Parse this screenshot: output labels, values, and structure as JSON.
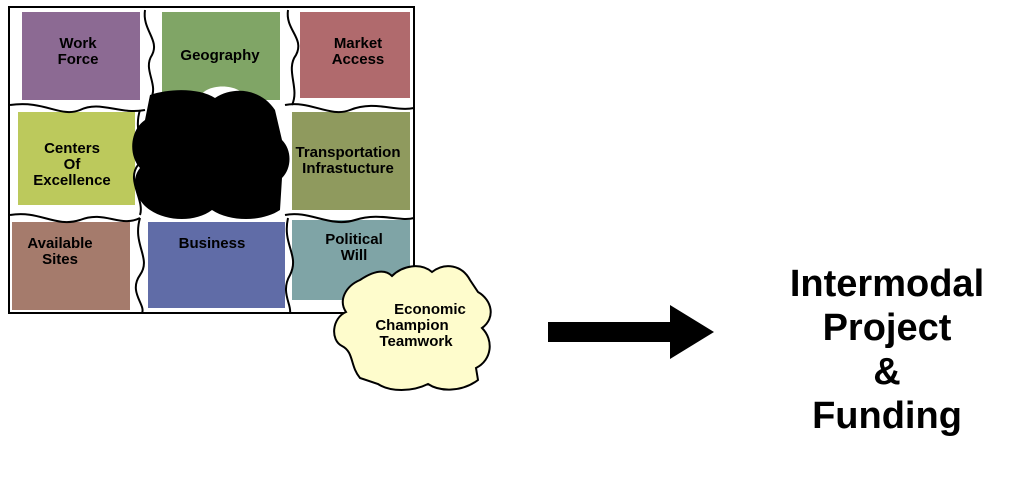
{
  "puzzle": {
    "pieces": [
      {
        "id": "work-force",
        "lines": [
          "Work",
          "Force"
        ],
        "color": "#8c6a93"
      },
      {
        "id": "geography",
        "lines": [
          "Geography"
        ],
        "color": "#80a566"
      },
      {
        "id": "market-access",
        "lines": [
          "Market",
          "Access"
        ],
        "color": "#b06a6d"
      },
      {
        "id": "centers-of-excellence",
        "lines": [
          "Centers",
          "Of",
          "Excellence"
        ],
        "color": "#bcc95c"
      },
      {
        "id": "missing-piece",
        "lines": [],
        "color": "#000000"
      },
      {
        "id": "transportation-infrastructure",
        "lines": [
          "Transportation",
          "Infrastucture"
        ],
        "color": "#8f9a5e"
      },
      {
        "id": "available-sites",
        "lines": [
          "Available",
          "Sites"
        ],
        "color": "#a57b6c"
      },
      {
        "id": "business",
        "lines": [
          "Business"
        ],
        "color": "#606ca7"
      },
      {
        "id": "political-will",
        "lines": [
          "Political",
          "Will"
        ],
        "color": "#7fa4a6"
      },
      {
        "id": "economic-champion-teamwork",
        "lines": [
          "Economic",
          "Champion",
          "Teamwork"
        ],
        "color": "#fefccc"
      }
    ]
  },
  "outcome": {
    "lines": [
      "Intermodal",
      "Project",
      "&",
      "Funding"
    ]
  }
}
